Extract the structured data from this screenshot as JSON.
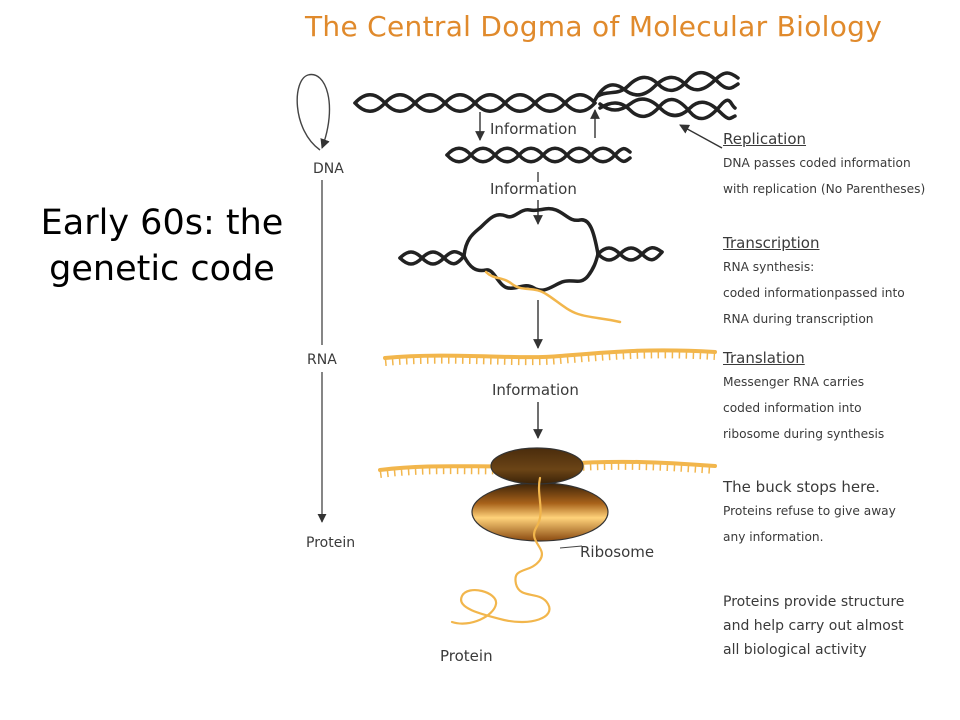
{
  "title": "The Central Dogma of Molecular Biology",
  "slide_caption": "Early 60s: the genetic code",
  "flow_labels": {
    "dna": "DNA",
    "rna": "RNA",
    "protein": "Protein"
  },
  "information_label": "Information",
  "ribosome_label": "Ribosome",
  "protein_chain_label": "Protein",
  "descriptions": {
    "replication": {
      "heading": "Replication",
      "lines": [
        "DNA passes coded information",
        "with replication (No Parentheses)"
      ]
    },
    "transcription": {
      "heading": "Transcription",
      "lines": [
        "RNA synthesis:",
        "coded informationpassed into",
        "RNA during transcription"
      ]
    },
    "translation": {
      "heading": "Translation",
      "lines": [
        "Messenger RNA carries",
        "coded information into",
        "ribosome during synthesis"
      ]
    },
    "buck_stops": {
      "heading": "The buck stops here.",
      "lines": [
        "Proteins refuse to give away",
        "any information."
      ]
    },
    "proteins_role": {
      "lines": [
        "Proteins provide structure",
        "and help carry out almost",
        "all biological activity"
      ]
    }
  },
  "colors": {
    "title": "#e08a2c",
    "dna_strand": "#222222",
    "rna_strand": "#f2b64c",
    "ribosome_small": "#5a3a14",
    "ribosome_large": "#f0a63a"
  }
}
